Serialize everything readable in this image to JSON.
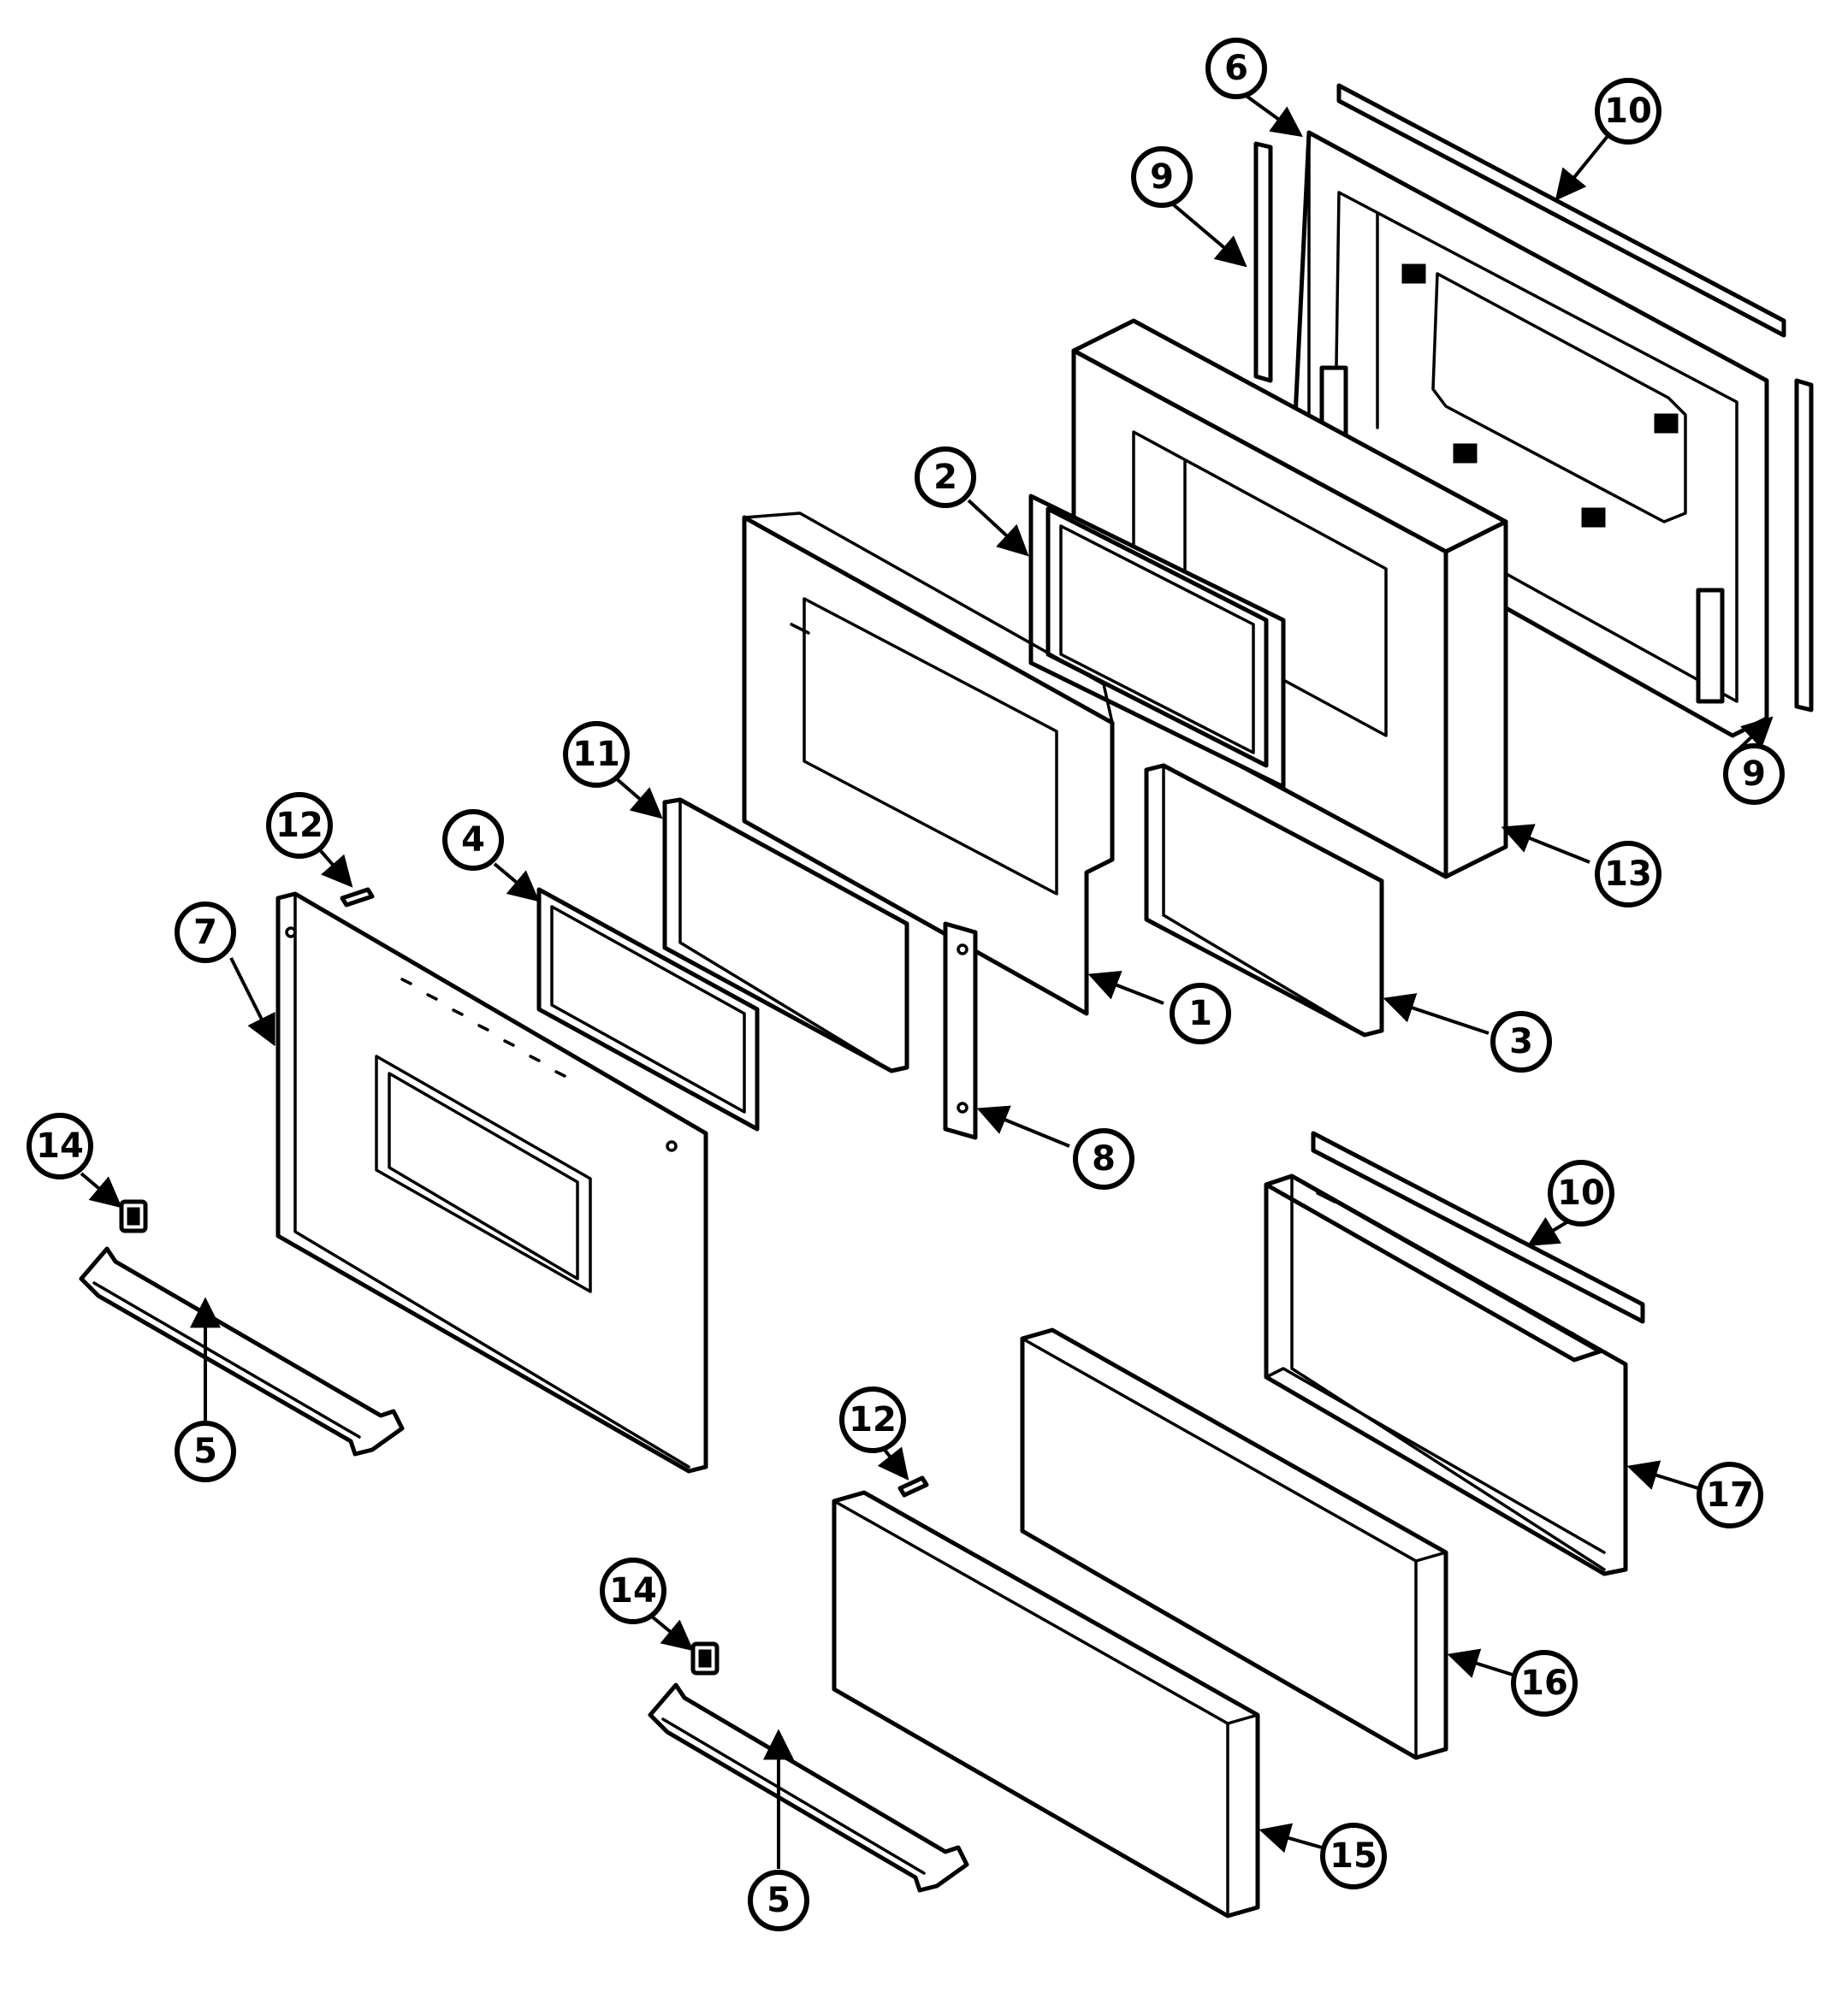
{
  "callouts": {
    "c1": "1",
    "c2": "2",
    "c3": "3",
    "c4": "4",
    "c5a": "5",
    "c5b": "5",
    "c6": "6",
    "c7": "7",
    "c8": "8",
    "c9a": "9",
    "c9b": "9",
    "c10a": "10",
    "c10b": "10",
    "c11": "11",
    "c12a": "12",
    "c12b": "12",
    "c13": "13",
    "c14a": "14",
    "c14b": "14",
    "c15": "15",
    "c16": "16",
    "c17": "17"
  }
}
